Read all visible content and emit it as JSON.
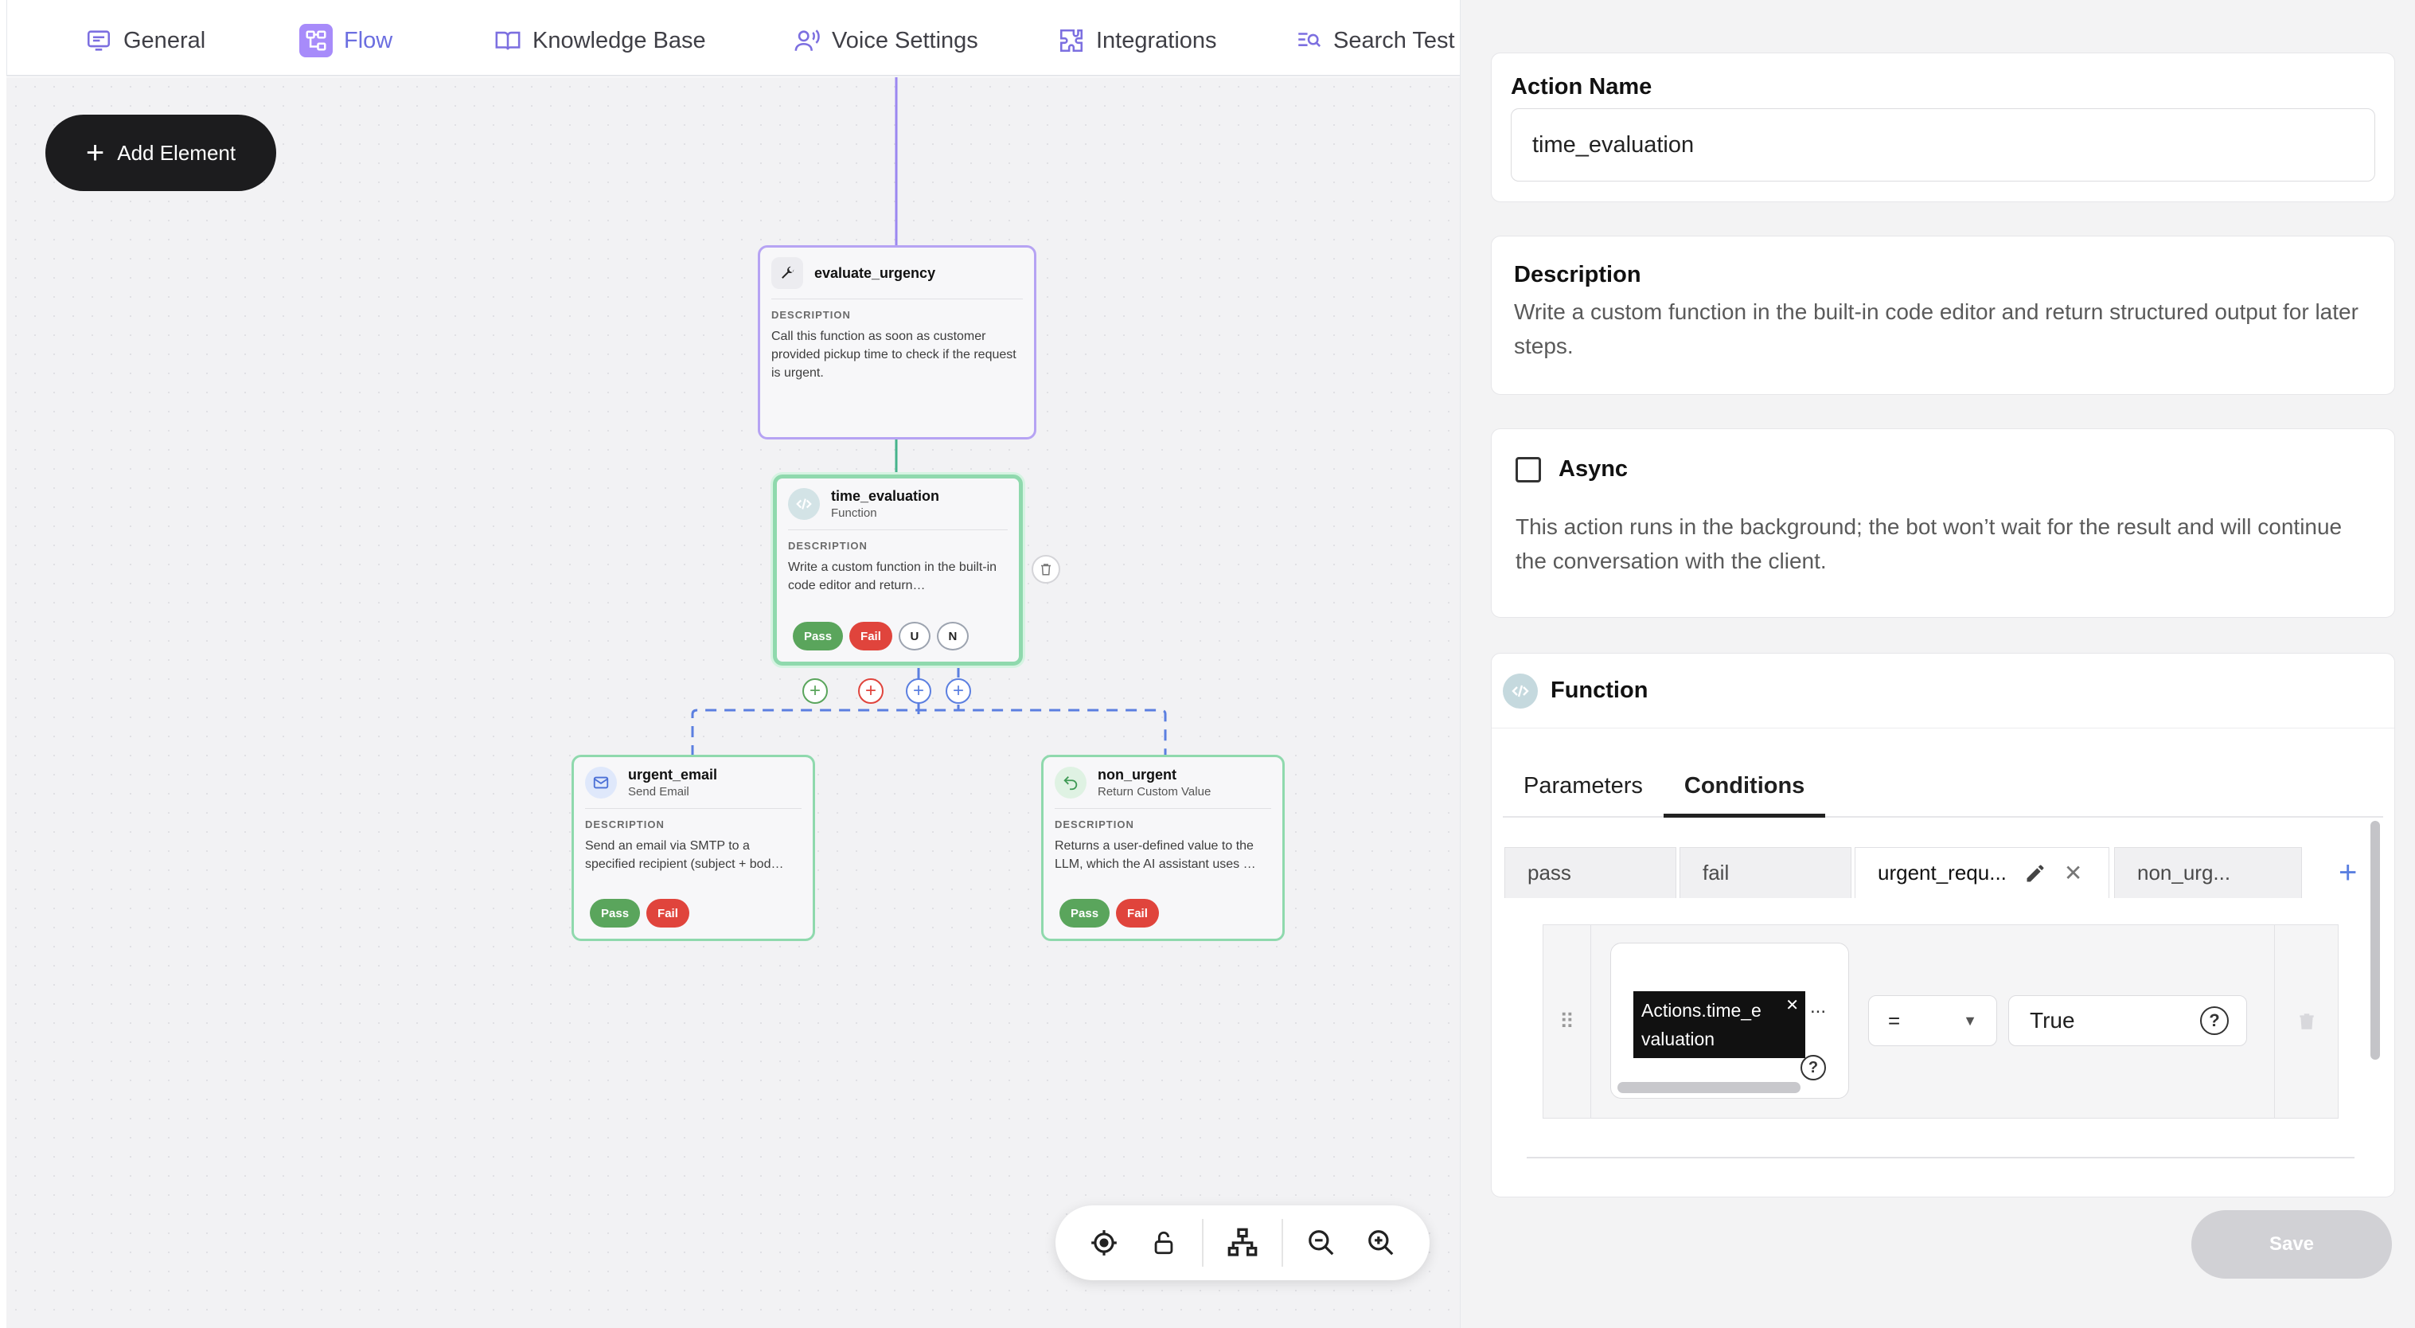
{
  "nav": {
    "tabs": [
      {
        "label": "General",
        "icon": "monitor-icon"
      },
      {
        "label": "Flow",
        "icon": "flow-icon",
        "active": true
      },
      {
        "label": "Knowledge Base",
        "icon": "book-icon"
      },
      {
        "label": "Voice Settings",
        "icon": "voice-user-icon"
      },
      {
        "label": "Integrations",
        "icon": "puzzle-icon"
      },
      {
        "label": "Search Test",
        "icon": "search-list-icon"
      }
    ]
  },
  "canvas": {
    "add_element": "Add Element",
    "nodes": {
      "evaluate": {
        "title": "evaluate_urgency",
        "desc_label": "DESCRIPTION",
        "desc": "Call this function as soon as customer provided pickup time to check if the request is urgent."
      },
      "time_eval": {
        "title": "time_evaluation",
        "subtitle": "Function",
        "desc_label": "DESCRIPTION",
        "desc": "Write a custom function in the built-in code editor and return…",
        "pills": [
          "Pass",
          "Fail",
          "U",
          "N"
        ]
      },
      "urgent_email": {
        "title": "urgent_email",
        "subtitle": "Send Email",
        "desc_label": "DESCRIPTION",
        "desc": "Send an email via SMTP to a specified recipient (subject + bod…",
        "pills": [
          "Pass",
          "Fail"
        ]
      },
      "non_urgent": {
        "title": "non_urgent",
        "subtitle": "Return Custom Value",
        "desc_label": "DESCRIPTION",
        "desc": "Returns a user-defined value to the LLM, which the AI assistant uses …",
        "pills": [
          "Pass",
          "Fail"
        ]
      }
    },
    "colors": {
      "purple": "#b6a3f3",
      "green": "#8fd9ad",
      "blue_dashed": "#5b7fe0",
      "pass": "#5aa55c",
      "fail": "#e0443c"
    }
  },
  "panel": {
    "action_name_label": "Action Name",
    "action_name_value": "time_evaluation",
    "description_label": "Description",
    "description_text": "Write a custom function in the built-in code editor and return structured output for later steps.",
    "async_label": "Async",
    "async_checked": false,
    "async_text": "This action runs in the background; the bot won’t wait for the result and will continue the conversation with the client.",
    "function_label": "Function",
    "subtabs": [
      "Parameters",
      "Conditions"
    ],
    "active_subtab": "Conditions",
    "condition_tabs": [
      "pass",
      "fail",
      "urgent_requ...",
      "non_urg..."
    ],
    "condition": {
      "variable": "Actions.time_evaluation",
      "variable_line1": "Actions.time_e",
      "variable_line2": "valuation",
      "ellipsis": "...",
      "operator": "=",
      "value": "True"
    },
    "save_label": "Save"
  }
}
